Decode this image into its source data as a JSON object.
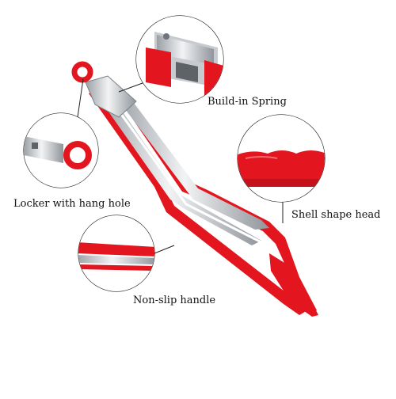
{
  "product": {
    "name": "silicone kitchen tongs",
    "colors": {
      "silicone_red": "#e3161f",
      "steel": "#d6d9dc",
      "steel_dark": "#8b9096",
      "callout_border": "#222222"
    }
  },
  "callouts": [
    {
      "id": "spring",
      "label": "Build-in Spring",
      "icon": "spring-detail-icon"
    },
    {
      "id": "locker",
      "label": "Locker with hang hole",
      "icon": "hang-hole-icon"
    },
    {
      "id": "shell",
      "label": "Shell shape head",
      "icon": "shell-head-icon"
    },
    {
      "id": "slip",
      "label": "Non-slip handle",
      "icon": "handle-grip-icon"
    }
  ]
}
